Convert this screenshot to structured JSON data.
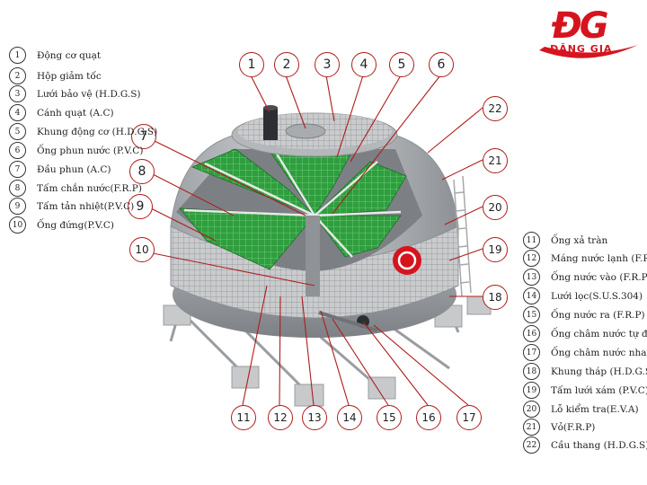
{
  "brand": {
    "mark": "ĐG",
    "name": "ĐẶNG GIA",
    "color": "#d6141e"
  },
  "colors": {
    "callout_border": "#b01b1b",
    "fill_green": "#2f9e3e",
    "shell": "#b9bcbf"
  },
  "legend_left": [
    {
      "num": "1",
      "label": "Động cơ quạt"
    },
    {
      "num": "2",
      "label": "Hộp giảm tốc"
    },
    {
      "num": "3",
      "label": "Lưới bảo vệ (H.D.G.S)"
    },
    {
      "num": "4",
      "label": "Cánh quạt (A.C)"
    },
    {
      "num": "5",
      "label": "Khung động cơ (H.D.G.S)"
    },
    {
      "num": "6",
      "label": "Ống phun nước (P.V.C)"
    },
    {
      "num": "7",
      "label": "Đầu phun (A.C)"
    },
    {
      "num": "8",
      "label": "Tấm chắn nước(F.R.P)"
    },
    {
      "num": "9",
      "label": "Tấm tản nhiệt(P.V.C)"
    },
    {
      "num": "10",
      "label": "Ống đứng(P.V.C)"
    }
  ],
  "legend_right": [
    {
      "num": "11",
      "label": "Ống xả tràn"
    },
    {
      "num": "12",
      "label": "Máng nước lạnh (F.R.P)"
    },
    {
      "num": "13",
      "label": "Ống nước vào (F.R.P)"
    },
    {
      "num": "14",
      "label": "Lưới lọc(S.U.S.304)"
    },
    {
      "num": "15",
      "label": "Ống nước ra (F.R.P)"
    },
    {
      "num": "16",
      "label": "Ống châm nước tự động"
    },
    {
      "num": "17",
      "label": "Ống châm nước nhanh"
    },
    {
      "num": "18",
      "label": "Khung tháp (H.D.G.S)"
    },
    {
      "num": "19",
      "label": "Tấm lưới xám (P.V.C)"
    },
    {
      "num": "20",
      "label": "Lỗ kiểm tra(E.V.A)"
    },
    {
      "num": "21",
      "label": "Vỏ(F.R.P)"
    },
    {
      "num": "22",
      "label": "Cầu thang (H.D.G.S)"
    }
  ],
  "callouts": [
    "1",
    "2",
    "3",
    "4",
    "5",
    "6",
    "7",
    "8",
    "9",
    "10",
    "11",
    "12",
    "13",
    "14",
    "15",
    "16",
    "17",
    "18",
    "19",
    "20",
    "21",
    "22"
  ]
}
